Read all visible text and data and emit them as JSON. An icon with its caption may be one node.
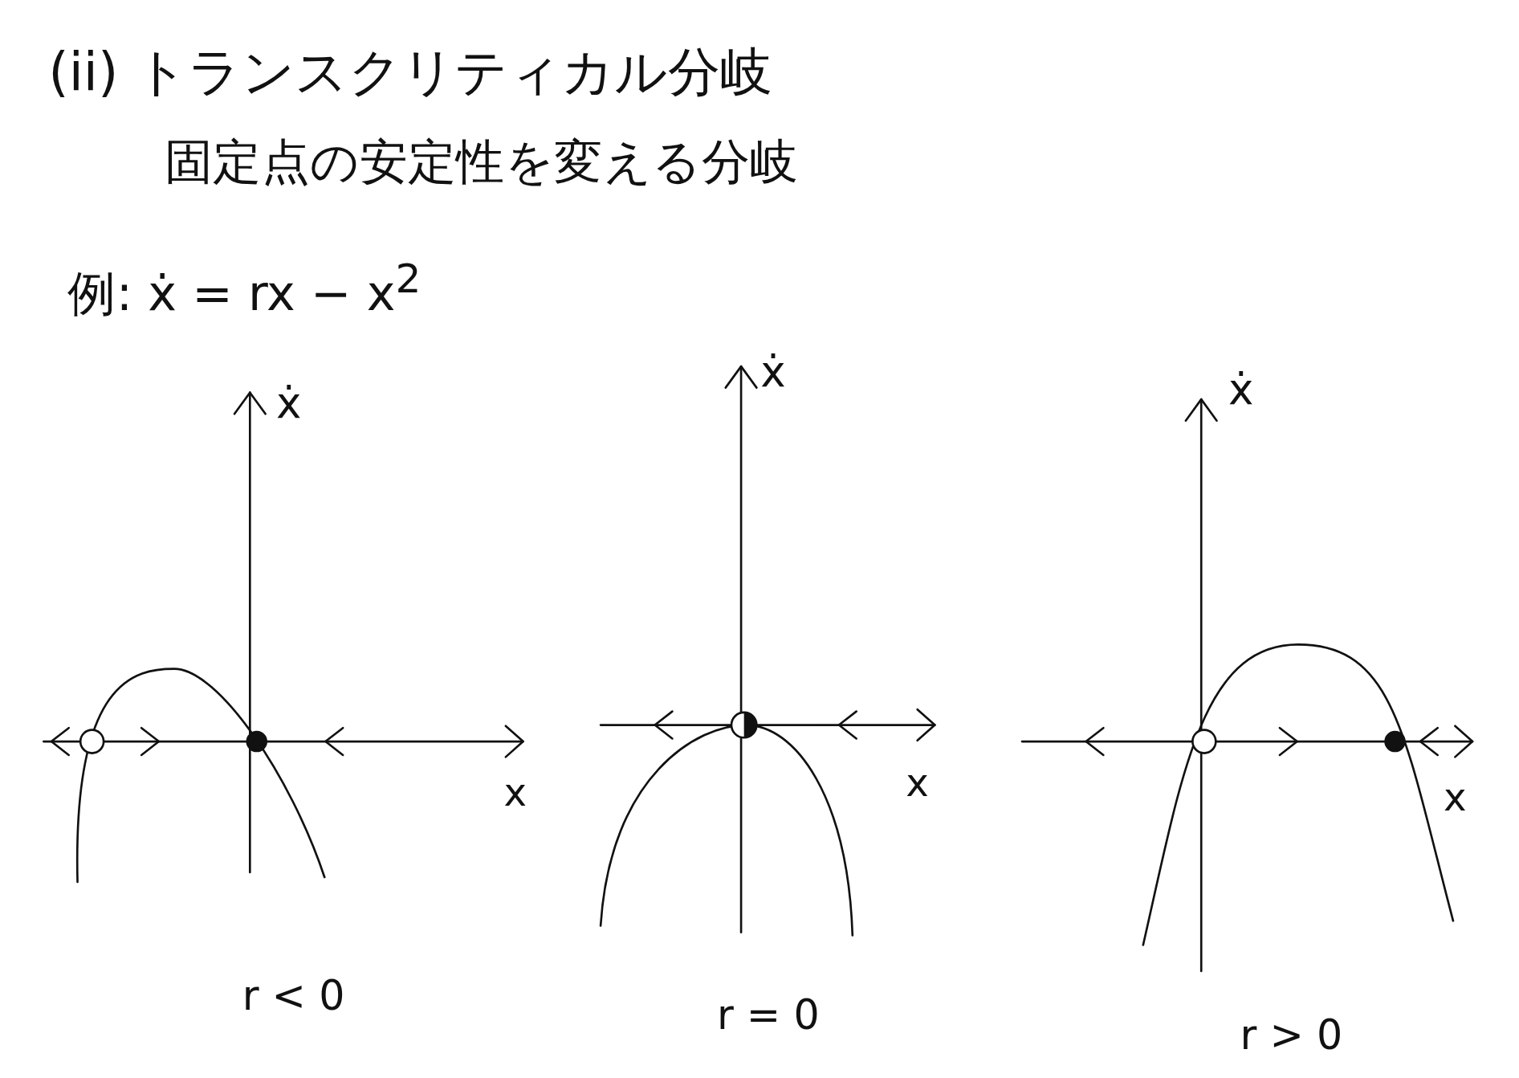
{
  "diagram": {
    "title": "(ii) トランスクリティカル分岐",
    "labels": [
      "固定点の安定性を変える分岐",
      "例: ẋ = rx − x$^{2}$",
      "ẋ",
      "x",
      "r < 0",
      "ẋ",
      "x",
      "r = 0",
      "ẋ",
      "x",
      "r > 0"
    ]
  }
}
